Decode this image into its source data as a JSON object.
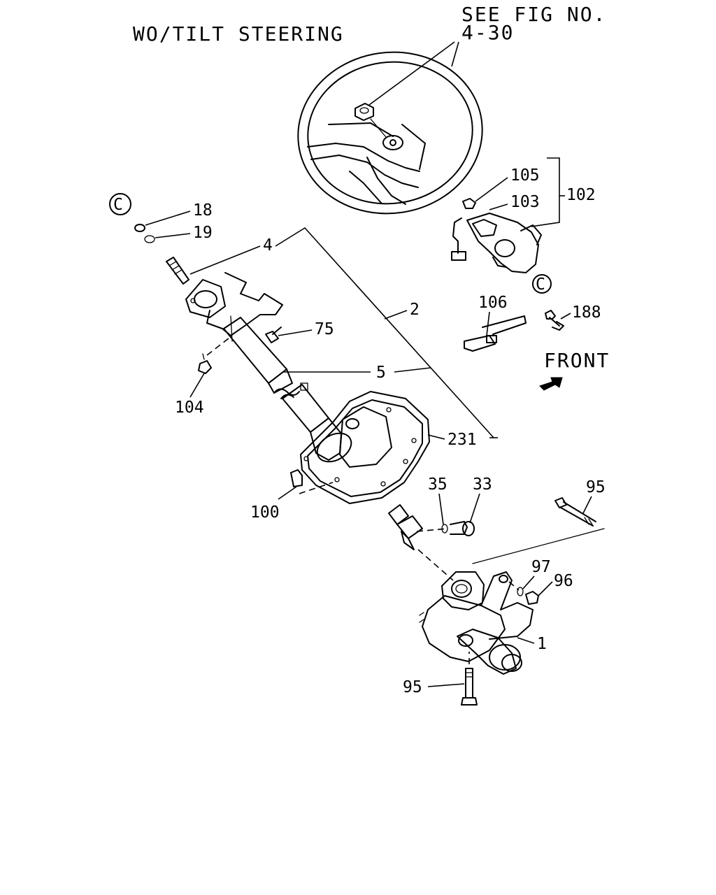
{
  "header": {
    "title": "WO/TILT STEERING",
    "see_fig_line1": "SEE FIG NO.",
    "see_fig_line2": "4-30"
  },
  "front_label": "FRONT",
  "callouts": {
    "c_ref": "C",
    "p18": "18",
    "p19": "19",
    "p4": "4",
    "p2": "2",
    "p5": "5",
    "p75": "75",
    "p104": "104",
    "p231": "231",
    "p100": "100",
    "p35": "35",
    "p33": "33",
    "p95_top": "95",
    "p97": "97",
    "p96": "96",
    "p1": "1",
    "p95_bottom": "95",
    "p105": "105",
    "p103": "103",
    "p102": "102",
    "p106": "106",
    "p188": "188"
  }
}
